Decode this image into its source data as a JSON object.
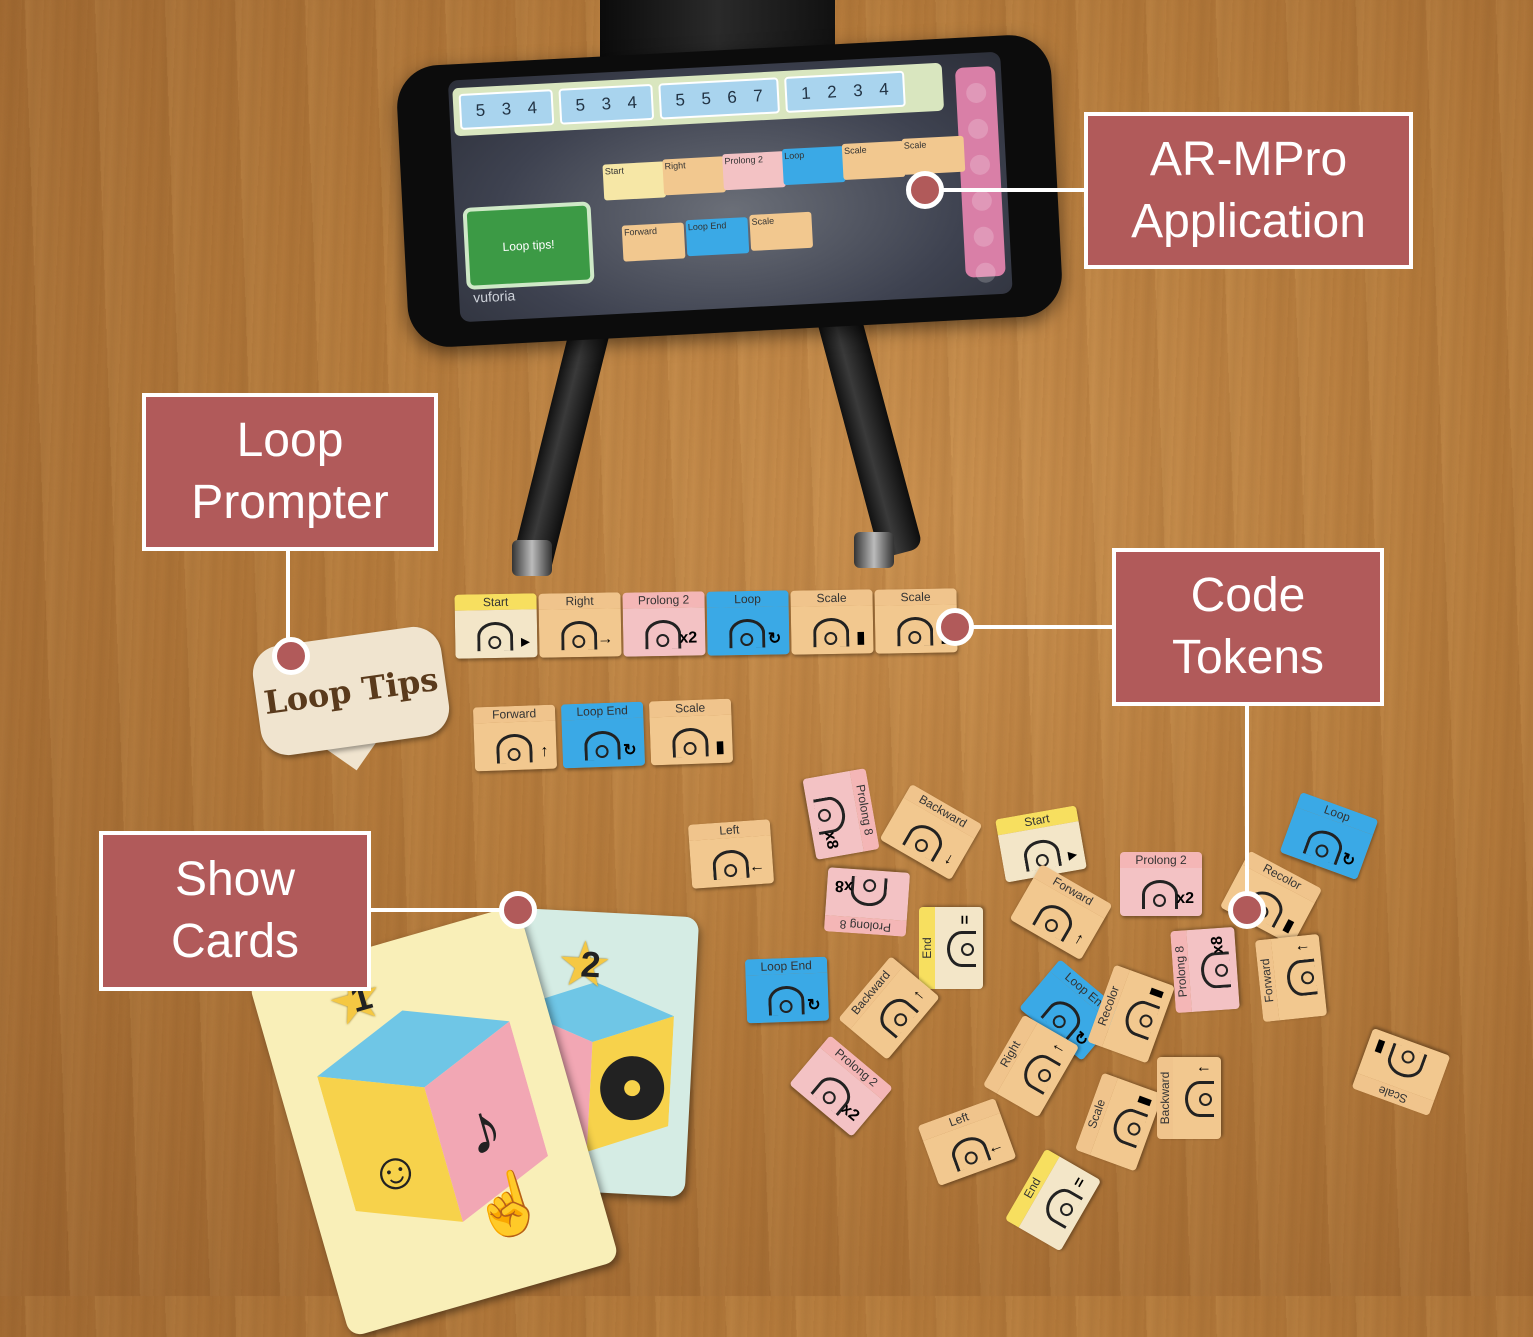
{
  "screen_ui": {
    "number_groups": [
      [
        "5",
        "3",
        "4"
      ],
      [
        "5",
        "3",
        "4"
      ],
      [
        "5",
        "5",
        "6",
        "7"
      ],
      [
        "1",
        "2",
        "3",
        "4"
      ]
    ],
    "tokens_row1": [
      "Start",
      "Right",
      "Prolong 2",
      "Loop",
      "Scale",
      "Scale"
    ],
    "tokens_row2": [
      "Forward",
      "Loop End",
      "Scale"
    ],
    "loop_tips_preview": "Loop tips!",
    "watermark": "vuforia"
  },
  "tokens": {
    "row1": [
      {
        "label": "Start",
        "color": "yellow",
        "accent": "▸"
      },
      {
        "label": "Right",
        "color": "orange",
        "accent": "→"
      },
      {
        "label": "Prolong 2",
        "color": "pink",
        "accent": "x2"
      },
      {
        "label": "Loop",
        "color": "blue",
        "accent": "↻"
      },
      {
        "label": "Scale",
        "color": "orange",
        "accent": "▮"
      },
      {
        "label": "Scale",
        "color": "orange",
        "accent": "▮"
      }
    ],
    "row2": [
      {
        "label": "Forward",
        "color": "orange",
        "accent": "↑"
      },
      {
        "label": "Loop End",
        "color": "blue",
        "accent": "↻"
      },
      {
        "label": "Scale",
        "color": "orange",
        "accent": "▮"
      }
    ],
    "scattered": [
      {
        "label": "Left",
        "color": "orange",
        "accent": "←"
      },
      {
        "label": "Prolong 8",
        "color": "pink",
        "accent": "x8"
      },
      {
        "label": "Backward",
        "color": "orange",
        "accent": "↓"
      },
      {
        "label": "Start",
        "color": "yellow",
        "accent": "▸"
      },
      {
        "label": "Loop",
        "color": "blue",
        "accent": "↻"
      },
      {
        "label": "Prolong 8",
        "color": "pink",
        "accent": "x8"
      },
      {
        "label": "Prolong 2",
        "color": "pink",
        "accent": "x2"
      },
      {
        "label": "Recolor",
        "color": "orange",
        "accent": "▮"
      },
      {
        "label": "End",
        "color": "yellow",
        "accent": "="
      },
      {
        "label": "Loop End",
        "color": "blue",
        "accent": "↻"
      },
      {
        "label": "Forward",
        "color": "orange",
        "accent": "↑"
      },
      {
        "label": "Backward",
        "color": "orange",
        "accent": "↑"
      },
      {
        "label": "Loop End",
        "color": "blue",
        "accent": "↻"
      },
      {
        "label": "Recolor",
        "color": "orange",
        "accent": "▮"
      },
      {
        "label": "Prolong 8",
        "color": "pink",
        "accent": "x8"
      },
      {
        "label": "Forward",
        "color": "orange",
        "accent": "↑"
      },
      {
        "label": "Prolong 2",
        "color": "pink",
        "accent": "x2"
      },
      {
        "label": "Right",
        "color": "orange",
        "accent": "↑"
      },
      {
        "label": "Scale",
        "color": "orange",
        "accent": "▮"
      },
      {
        "label": "Backward",
        "color": "orange",
        "accent": "↑"
      },
      {
        "label": "Left",
        "color": "orange",
        "accent": "←"
      },
      {
        "label": "End",
        "color": "yellow",
        "accent": "="
      },
      {
        "label": "Scale",
        "color": "orange",
        "accent": "▮"
      }
    ]
  },
  "loop_prompter_text": "Loop Tips",
  "show_cards": [
    {
      "number": "1",
      "icon": "music-note-icon"
    },
    {
      "number": "2",
      "icon": "vinyl-record-icon"
    }
  ],
  "callouts": {
    "ar_app": {
      "line1": "AR-MPro",
      "line2": "Application"
    },
    "loop_prompter": {
      "line1": "Loop",
      "line2": "Prompter"
    },
    "code_tokens": {
      "line1": "Code",
      "line2": "Tokens"
    },
    "show_cards": {
      "line1": "Show",
      "line2": "Cards"
    }
  },
  "colors": {
    "callout_fill": "#b15a5a",
    "callout_border": "#ffffff",
    "token_yellow": "#f7df5f",
    "token_orange": "#f2c88f",
    "token_pink": "#f3c2c4",
    "token_blue": "#3aa9e6"
  }
}
